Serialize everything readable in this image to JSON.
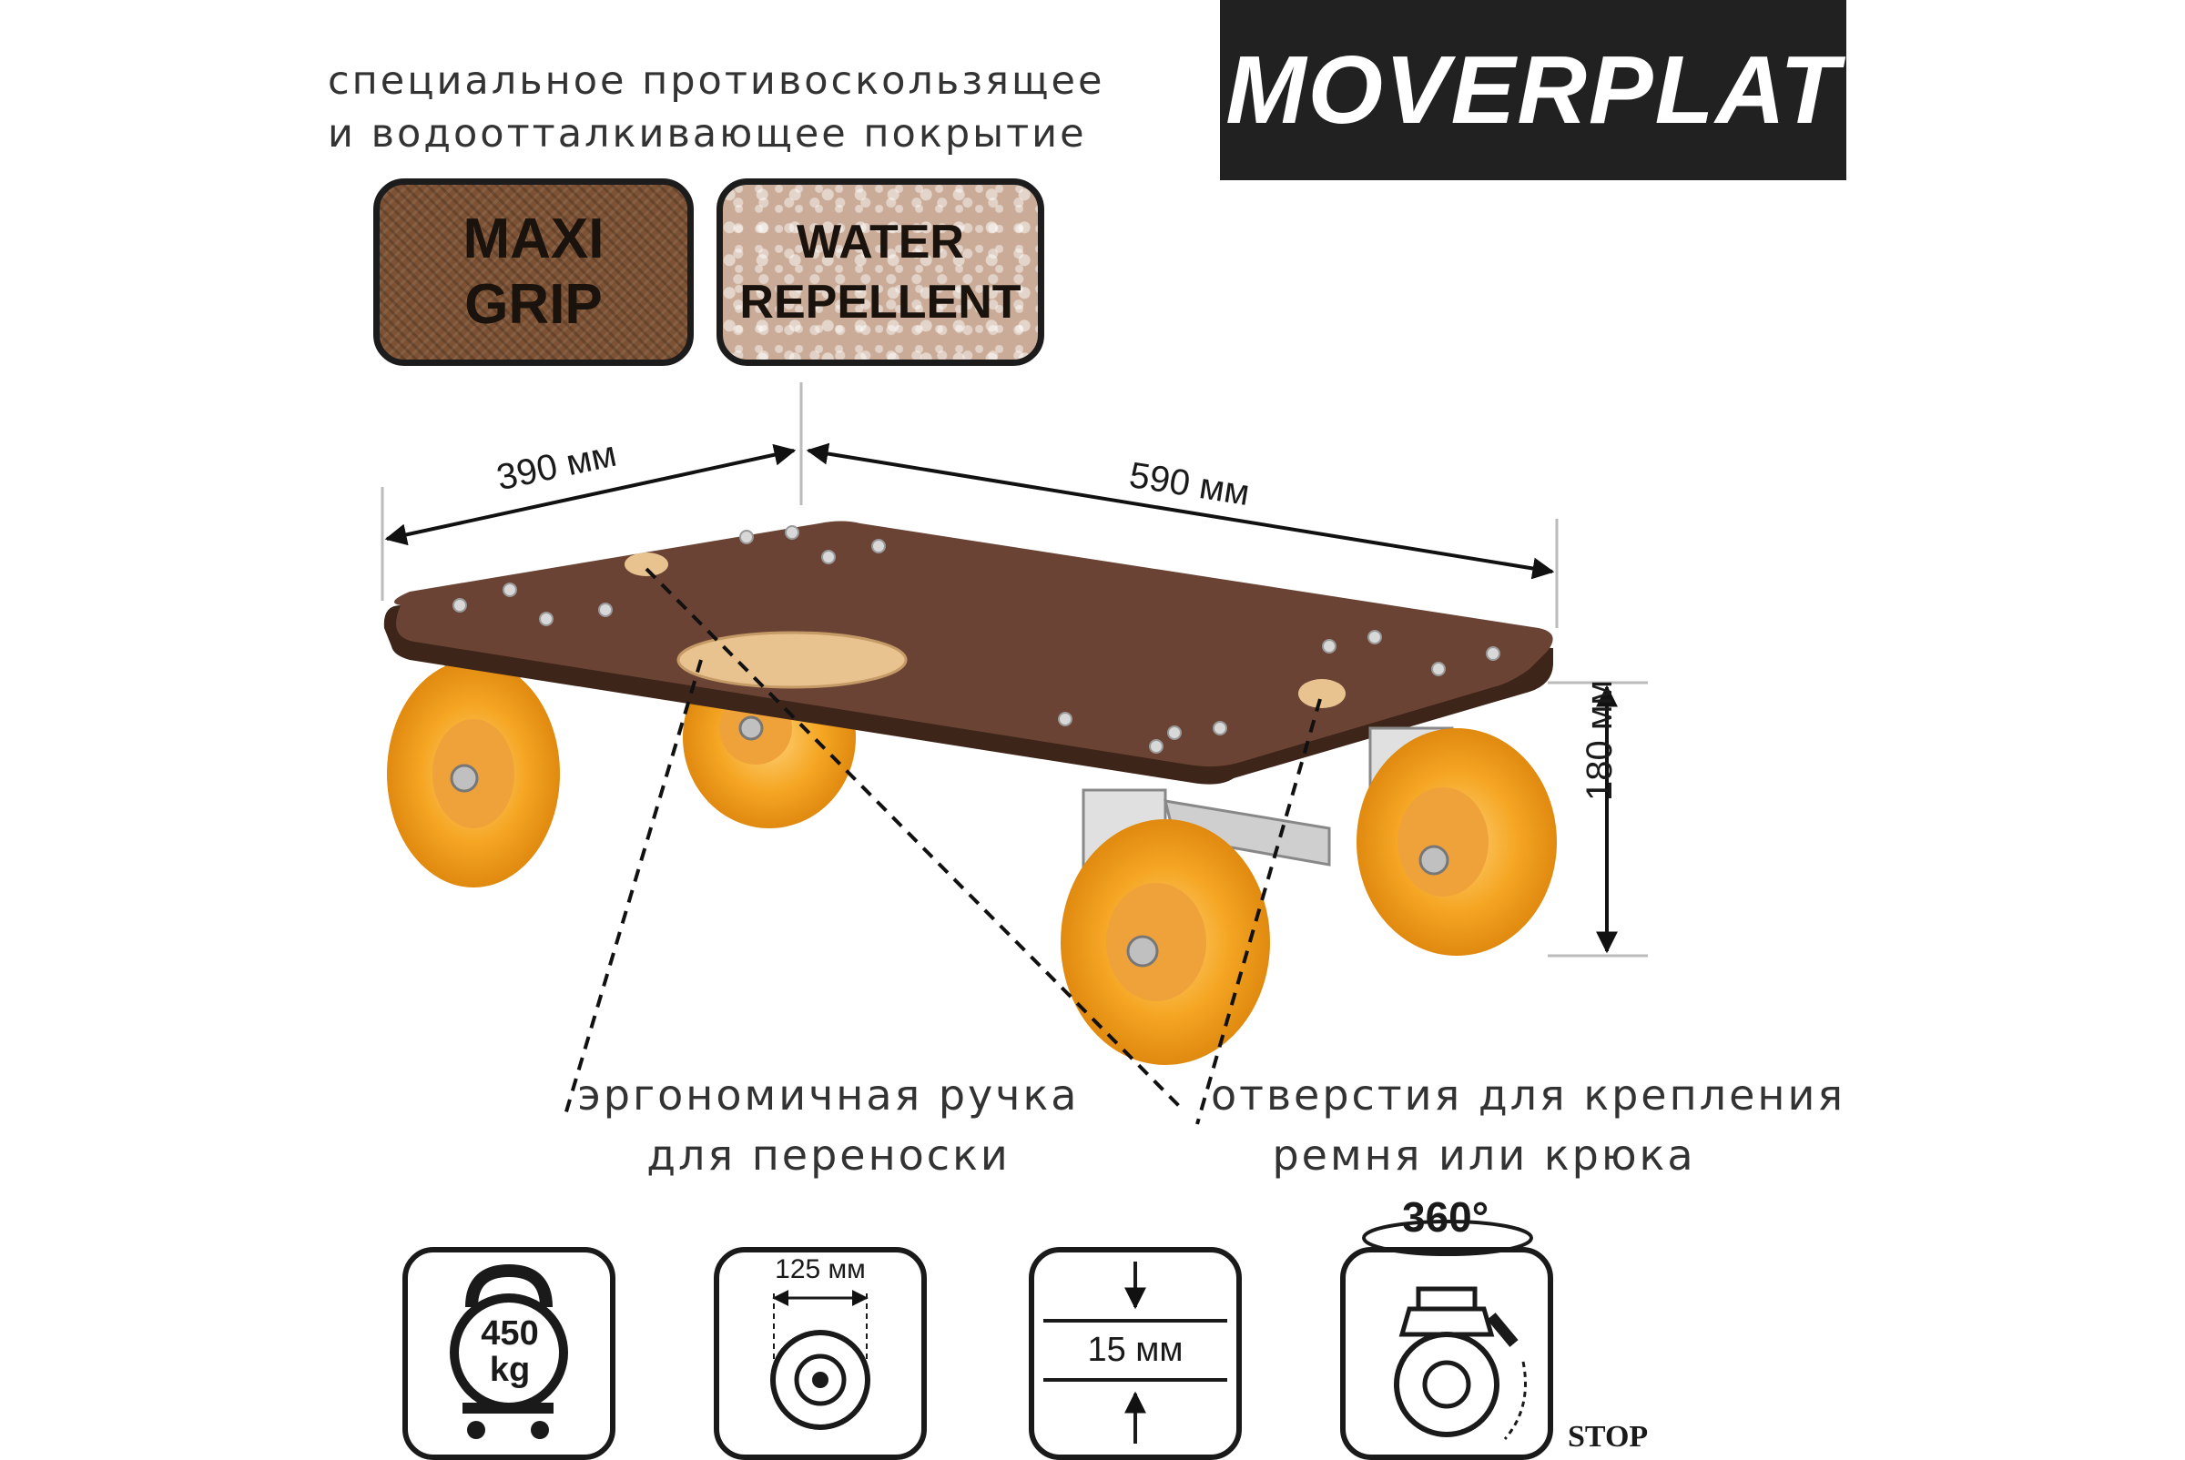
{
  "brand": {
    "logo_text": "MOVERPLAT"
  },
  "coating": {
    "caption_line1": "специальное противоскользящее",
    "caption_line2": "и водоотталкивающее покрытие",
    "grip_badge": {
      "line1": "MAXI",
      "line2": "GRIP"
    },
    "water_badge": {
      "line1": "WATER",
      "line2": "REPELLENT"
    }
  },
  "dimensions": {
    "width": "390 мм",
    "length": "590 мм",
    "height": "180 мм"
  },
  "features": {
    "handle": {
      "line1": "эргономичная ручка",
      "line2": "для переноски"
    },
    "holes": {
      "line1": "отверстия для крепления",
      "line2": "ремня или крюка"
    }
  },
  "icons": {
    "load": {
      "value": "450",
      "unit": "kg"
    },
    "wheel": {
      "diameter": "125 мм"
    },
    "thickness": {
      "value": "15 мм"
    },
    "swivel": {
      "degrees": "360°",
      "brake": "STOP"
    }
  },
  "colors": {
    "platform": "#5b3a2c",
    "wheel": "#f5a623",
    "logo_bg": "#212121"
  }
}
